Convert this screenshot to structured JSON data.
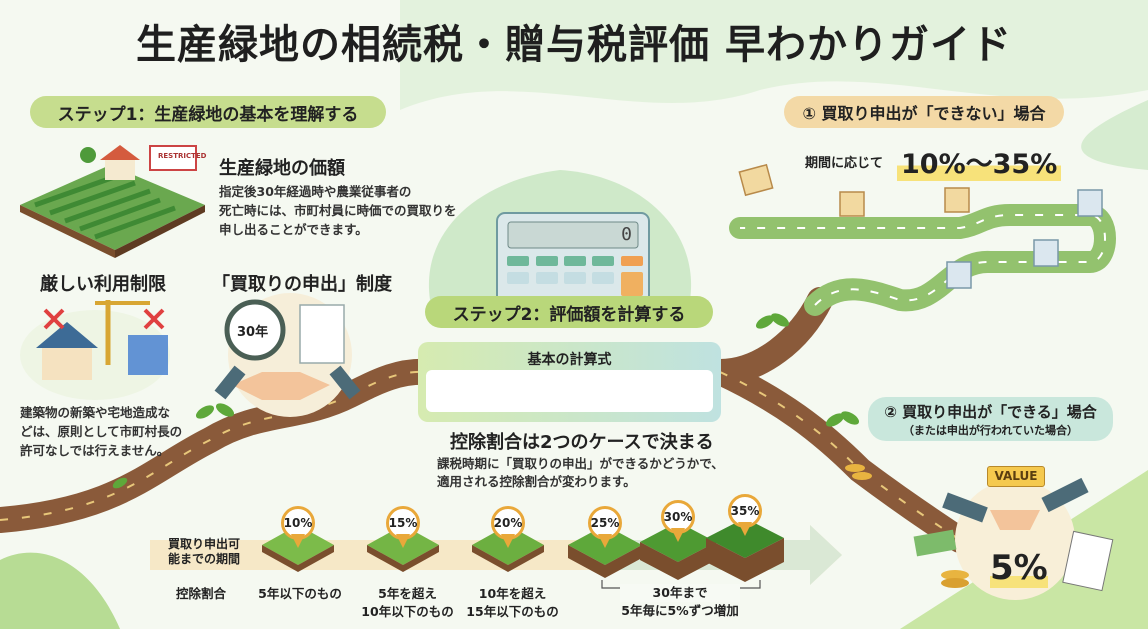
{
  "title": "生産緑地の相続税・贈与税評価 早わかりガイド",
  "step1": {
    "label": "ステップ1：生産緑地の基本を理解する",
    "value_heading": "生産緑地の価額",
    "value_text": [
      "指定後30年経過時や農業従事者の",
      "死亡時には、市町村員に時価での買取りを",
      "申し出ることができます。"
    ],
    "sign_text": "RESTRICTED",
    "restriction_heading": "厳しい利用制限",
    "restriction_text": [
      "建築物の新築や宅地造成な",
      "どは、原則として市町村長の",
      "許可なしでは行えません。"
    ],
    "system_heading": "「買取りの申出」制度",
    "clock_label": "30年"
  },
  "step2": {
    "label": "ステップ2：評価額を計算する",
    "calculator_display": "0",
    "formula_title": "基本の計算式",
    "formula_value": "",
    "deduction_heading": "控除割合は2つのケースで決まる",
    "deduction_text": [
      "課税時期に「買取りの申出」ができるかどうかで、",
      "適用される控除割合が変わります。"
    ],
    "period_label": [
      "買取り申出可",
      "能までの期間"
    ],
    "rate_label": "控除割合",
    "rates": [
      "10%",
      "15%",
      "20%",
      "25%",
      "30%",
      "35%"
    ],
    "periods": [
      {
        "line1": "5年以下のもの",
        "line2": ""
      },
      {
        "line1": "5年を超え",
        "line2": "10年以下のもの"
      },
      {
        "line1": "10年を超え",
        "line2": "15年以下のもの"
      }
    ],
    "bracket_line1": "30年まで",
    "bracket_line2": "5年毎に5%ずつ増加"
  },
  "case1": {
    "label": "① 買取り申出が「できない」場合",
    "prefix": "期間に応じて",
    "range": "10%〜35%"
  },
  "case2": {
    "label": "② 買取り申出が「できる」場合",
    "sub": "（または申出が行われていた場合）",
    "tag": "VALUE",
    "rate": "5%"
  },
  "colors": {
    "green_pill": "#c6dd8e",
    "beige_pill": "#f3d9a6",
    "teal_pill": "#c9e7dc",
    "pin": "#e9a83a",
    "road": "#8a5a3a",
    "highlight": "#f7e27a"
  }
}
